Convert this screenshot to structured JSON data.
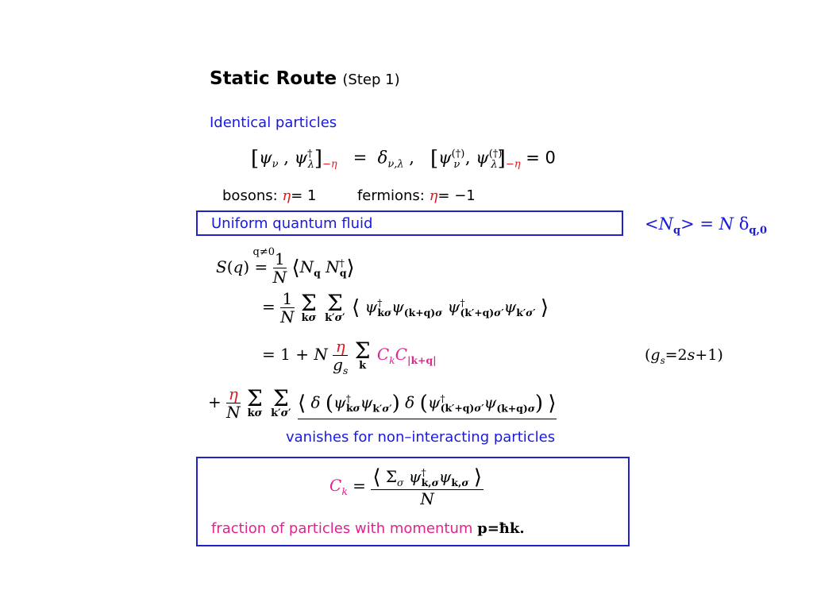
{
  "title": "Static Route",
  "step": "(Step 1)",
  "identical_heading": "Identical particles",
  "bosons_label": "bosons:",
  "bosons_value": "= 1",
  "fermions_label": "fermions:",
  "fermions_value": "= −1",
  "uniform_heading": "Uniform quantum fluid",
  "nq_note": "<Nq> = N δq,0",
  "gs_note": "(gs=2s+1)",
  "vanishes_text": "vanishes for non–interacting particles",
  "fraction_text": "fraction of particles with momentum",
  "momentum_text": "p=ħk.",
  "colors": {
    "box_border": "#2222cc",
    "blue_text": "#1a1adc",
    "eta_red": "#e0191e",
    "ck_pink": "#e0248c"
  }
}
